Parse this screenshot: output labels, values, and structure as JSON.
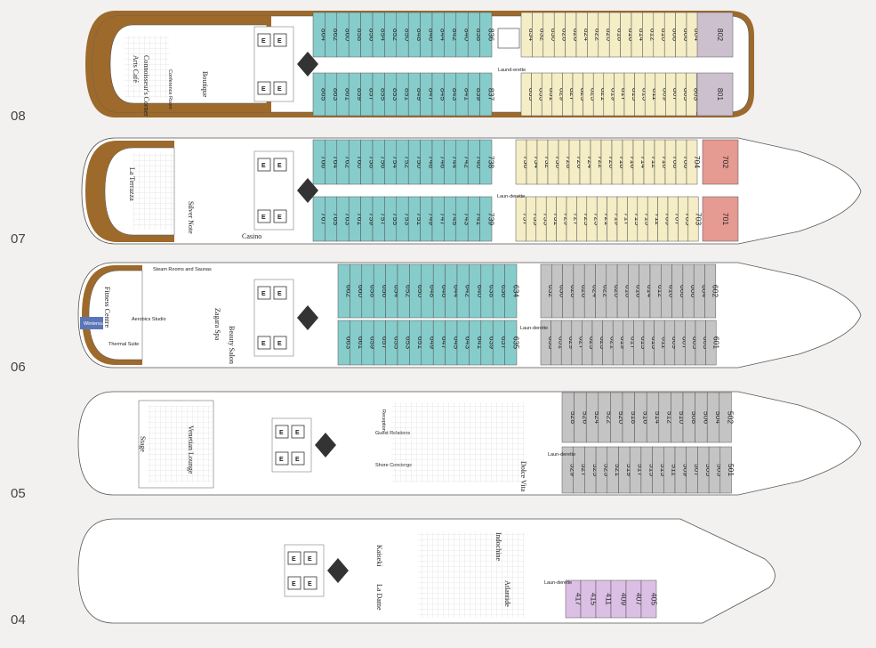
{
  "colors": {
    "veranda": "#86cccb",
    "vista": "#f4edc5",
    "standard": "#c4c4c4",
    "owners": "#ccc0cf",
    "grand": "#e59a92",
    "silver": "#dcbfe5",
    "wood": "#9d6a2c"
  },
  "decks": [
    {
      "label": "08",
      "venues": [
        "Arts Café",
        "Connoisseur's Corner",
        "Conference Room",
        "Boutique"
      ],
      "service": [
        "Laund-erette"
      ],
      "cabins": {
        "top_veranda": [
          "864",
          "862",
          "860",
          "858",
          "856",
          "854",
          "852",
          "850",
          "848",
          "846",
          "844",
          "842",
          "840",
          "838",
          "836"
        ],
        "bottom_veranda": [
          "865",
          "863",
          "861",
          "859",
          "857",
          "855",
          "853",
          "851",
          "849",
          "847",
          "845",
          "843",
          "841",
          "839",
          "837"
        ],
        "top_vista": [
          "834",
          "832",
          "830",
          "828",
          "826",
          "824",
          "822",
          "820",
          "818",
          "816",
          "814",
          "812",
          "810",
          "808",
          "806",
          "804"
        ],
        "bottom_vista": [
          "835",
          "833",
          "831",
          "829",
          "827",
          "825",
          "823",
          "821",
          "819",
          "817",
          "815",
          "813",
          "811",
          "809",
          "807",
          "805",
          "803"
        ],
        "top_end": [
          "802"
        ],
        "bottom_end": [
          "801"
        ]
      }
    },
    {
      "label": "07",
      "venues": [
        "La Terrazza",
        "Silver Note",
        "Casino"
      ],
      "service": [
        "Laun-derette"
      ],
      "cabins": {
        "top_veranda": [
          "766",
          "764",
          "762",
          "760",
          "758",
          "756",
          "754",
          "752",
          "750",
          "748",
          "746",
          "744",
          "742",
          "740",
          "738"
        ],
        "bottom_veranda": [
          "767",
          "765",
          "763",
          "761",
          "759",
          "757",
          "755",
          "753",
          "751",
          "749",
          "747",
          "745",
          "743",
          "741",
          "739"
        ],
        "top_vista": [
          "736",
          "734",
          "732",
          "730",
          "728",
          "726",
          "724",
          "722",
          "720",
          "718",
          "716",
          "714",
          "712",
          "710",
          "708",
          "706",
          "704"
        ],
        "bottom_vista": [
          "737",
          "735",
          "733",
          "731",
          "729",
          "727",
          "725",
          "723",
          "721",
          "719",
          "717",
          "715",
          "713",
          "711",
          "709",
          "707",
          "705",
          "703"
        ],
        "top_end": [
          "702"
        ],
        "bottom_end": [
          "701"
        ]
      }
    },
    {
      "label": "06",
      "venues": [
        "Fitness Centre",
        "Zagara Spa",
        "Beauty Salon",
        "Steam Rooms and Saunas",
        "Aerobics Studio",
        "Thermal Suite",
        "Wintersun"
      ],
      "service": [
        "Laun-derette"
      ],
      "cabins": {
        "top_veranda": [
          "662",
          "660",
          "658",
          "656",
          "654",
          "652",
          "650",
          "648",
          "646",
          "644",
          "642",
          "640",
          "638",
          "636",
          "634"
        ],
        "bottom_veranda": [
          "663",
          "661",
          "659",
          "657",
          "655",
          "653",
          "651",
          "649",
          "647",
          "645",
          "643",
          "641",
          "639",
          "637",
          "635"
        ],
        "top_std": [
          "632",
          "630",
          "628",
          "626",
          "624",
          "622",
          "620",
          "618",
          "616",
          "614",
          "612",
          "610",
          "608",
          "606",
          "604",
          "602"
        ],
        "bottom_std": [
          "633",
          "631",
          "629",
          "627",
          "625",
          "623",
          "621",
          "619",
          "617",
          "615",
          "613",
          "611",
          "609",
          "607",
          "605",
          "603",
          "601"
        ]
      }
    },
    {
      "label": "05",
      "venues": [
        "Stage",
        "Venetian Lounge",
        "Reception",
        "Guest Relations",
        "Shore Concierge",
        "Dolce Vita"
      ],
      "service": [
        "Laun-derette"
      ],
      "cabins": {
        "top_std": [
          "528",
          "526",
          "524",
          "522",
          "520",
          "518",
          "516",
          "514",
          "512",
          "510",
          "508",
          "506",
          "504",
          "502"
        ],
        "bottom_std": [
          "529",
          "527",
          "525",
          "523",
          "521",
          "519",
          "517",
          "515",
          "513",
          "511",
          "509",
          "507",
          "505",
          "503",
          "501"
        ]
      }
    },
    {
      "label": "04",
      "venues": [
        "Kaiseki",
        "La Dame",
        "Indochine",
        "Atlantide"
      ],
      "service": [
        "Laun-derette"
      ],
      "cabins": {
        "silver": [
          "417",
          "415",
          "411",
          "409",
          "407",
          "405"
        ]
      }
    }
  ]
}
